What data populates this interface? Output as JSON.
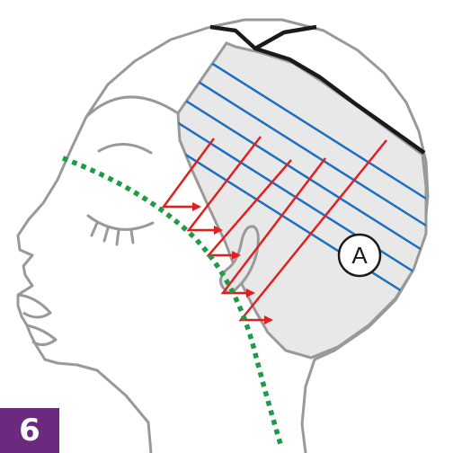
{
  "step": {
    "number": "6",
    "color": "#6b2a7e"
  },
  "section": {
    "label": "A"
  },
  "colors": {
    "outline": "#999999",
    "section_fill": "#e8e8e8",
    "parting": "#1a1a1a",
    "subsection_lines": "#1f6fc0",
    "direction_arrows": "#e02020",
    "guide_line": "#1f9a46"
  },
  "icons": [
    "head-outline",
    "closed-eye-icon",
    "ear-icon",
    "arrow-icon"
  ]
}
